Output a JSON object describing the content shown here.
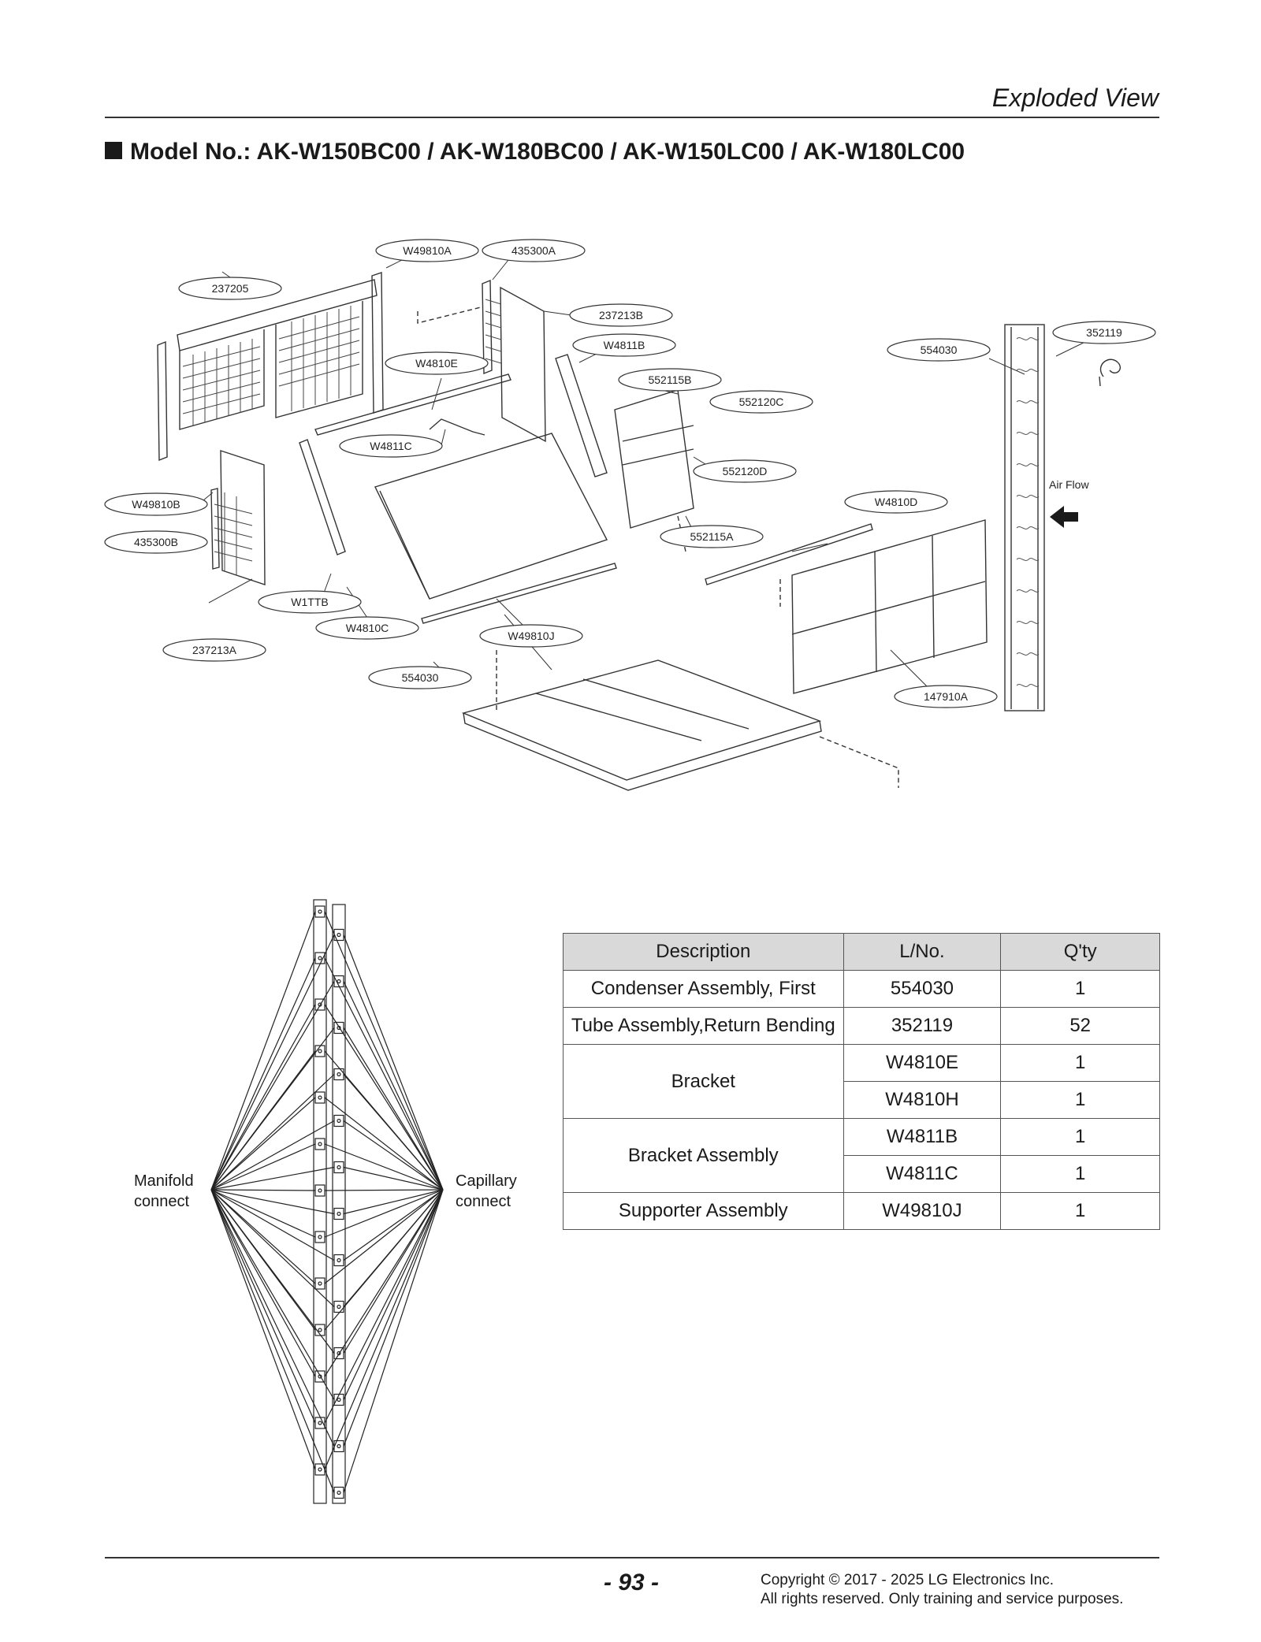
{
  "header": {
    "section_title": "Exploded View"
  },
  "model_title": "Model No.: AK-W150BC00 / AK-W180BC00 / AK-W150LC00 / AK-W180LC00",
  "callouts": [
    "W49810A",
    "435300A",
    "237205",
    "237213B",
    "W4811B",
    "352119",
    "554030",
    "W4810E",
    "552115B",
    "552120C",
    "W4811C",
    "552120D",
    "W4810D",
    "W49810B",
    "552115A",
    "435300B",
    "W1TTB",
    "W4810C",
    "W49810J",
    "237213A",
    "554030",
    "147910A"
  ],
  "air_flow_label": "Air Flow",
  "coil_diagram": {
    "left_label": [
      "Manifold",
      "connect"
    ],
    "right_label": [
      "Capillary",
      "connect"
    ]
  },
  "parts_table": {
    "headers": [
      "Description",
      "L/No.",
      "Q'ty"
    ],
    "rows": [
      {
        "description": "Condenser Assembly, First",
        "lno": "554030",
        "qty": "1"
      },
      {
        "description": "Tube Assembly,Return Bending",
        "lno": "352119",
        "qty": "52"
      },
      {
        "description": "Bracket",
        "lno": "W4810E",
        "qty": "1"
      },
      {
        "description": "",
        "lno": "W4810H",
        "qty": "1"
      },
      {
        "description": "Bracket Assembly",
        "lno": "W4811B",
        "qty": "1"
      },
      {
        "description": "",
        "lno": "W4811C",
        "qty": "1"
      },
      {
        "description": "Supporter Assembly",
        "lno": "W49810J",
        "qty": "1"
      }
    ]
  },
  "footer": {
    "page_number": "- 93 -",
    "copyright_line1": "Copyright © 2017 - 2025 LG Electronics Inc.",
    "copyright_line2": "All rights reserved. Only training and service purposes."
  }
}
